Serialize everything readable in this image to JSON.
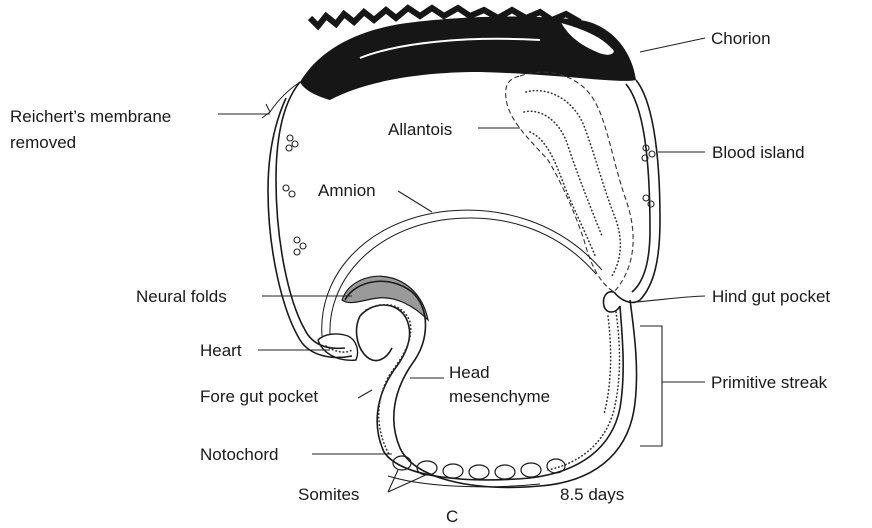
{
  "labels": {
    "chorion": "Chorion",
    "reichert_line1": "Reichert’s membrane",
    "reichert_line2": "removed",
    "allantois": "Allantois",
    "blood_island": "Blood island",
    "amnion": "Amnion",
    "neural_folds": "Neural folds",
    "hind_gut_pocket": "Hind gut pocket",
    "heart": "Heart",
    "head_line1": "Head",
    "head_line2": "mesenchyme",
    "primitive_streak": "Primitive streak",
    "fore_gut_pocket": "Fore gut pocket",
    "notochord": "Notochord",
    "somites": "Somites",
    "age": "8.5 days",
    "panel_letter": "C"
  }
}
